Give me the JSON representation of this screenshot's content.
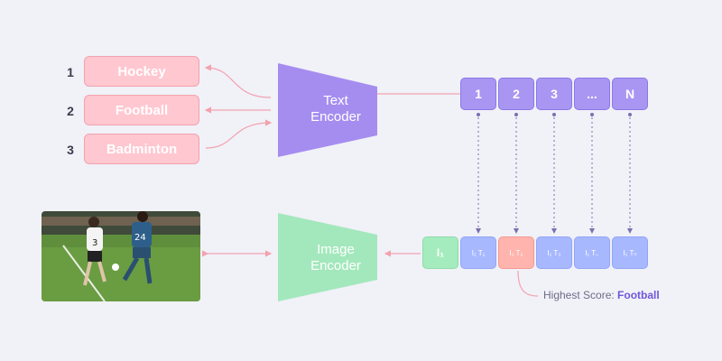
{
  "classes": [
    {
      "num": "1",
      "label": "Hockey"
    },
    {
      "num": "2",
      "label": "Football"
    },
    {
      "num": "3",
      "label": "Badminton"
    }
  ],
  "text_encoder": {
    "line1": "Text",
    "line2": "Encoder"
  },
  "image_encoder": {
    "line1": "Image",
    "line2": "Encoder"
  },
  "text_tokens": [
    "1",
    "2",
    "3",
    "...",
    "N"
  ],
  "image_token": "I₁",
  "similarity_tokens": [
    "I₁ T₁",
    "I₁ T₂",
    "I₁ T₃",
    "I₁ T..",
    "I₁ Tₙ"
  ],
  "highlight_index": 1,
  "caption": {
    "prefix": "Highest Score: ",
    "value": "Football"
  },
  "photo": {
    "player_left_number": "3",
    "player_right_number": "24"
  },
  "colors": {
    "background": "#f1f1f8",
    "class_box": "#ffc7d0",
    "text_encoder": "#a58df0",
    "image_encoder": "#a3e8bc",
    "text_token": "#a996f2",
    "similarity_token": "#a8b8ff",
    "highlight_token": "#ffb4ad",
    "connector": "#f2a2b0",
    "dotted_arrow": "#7b6fb0"
  }
}
